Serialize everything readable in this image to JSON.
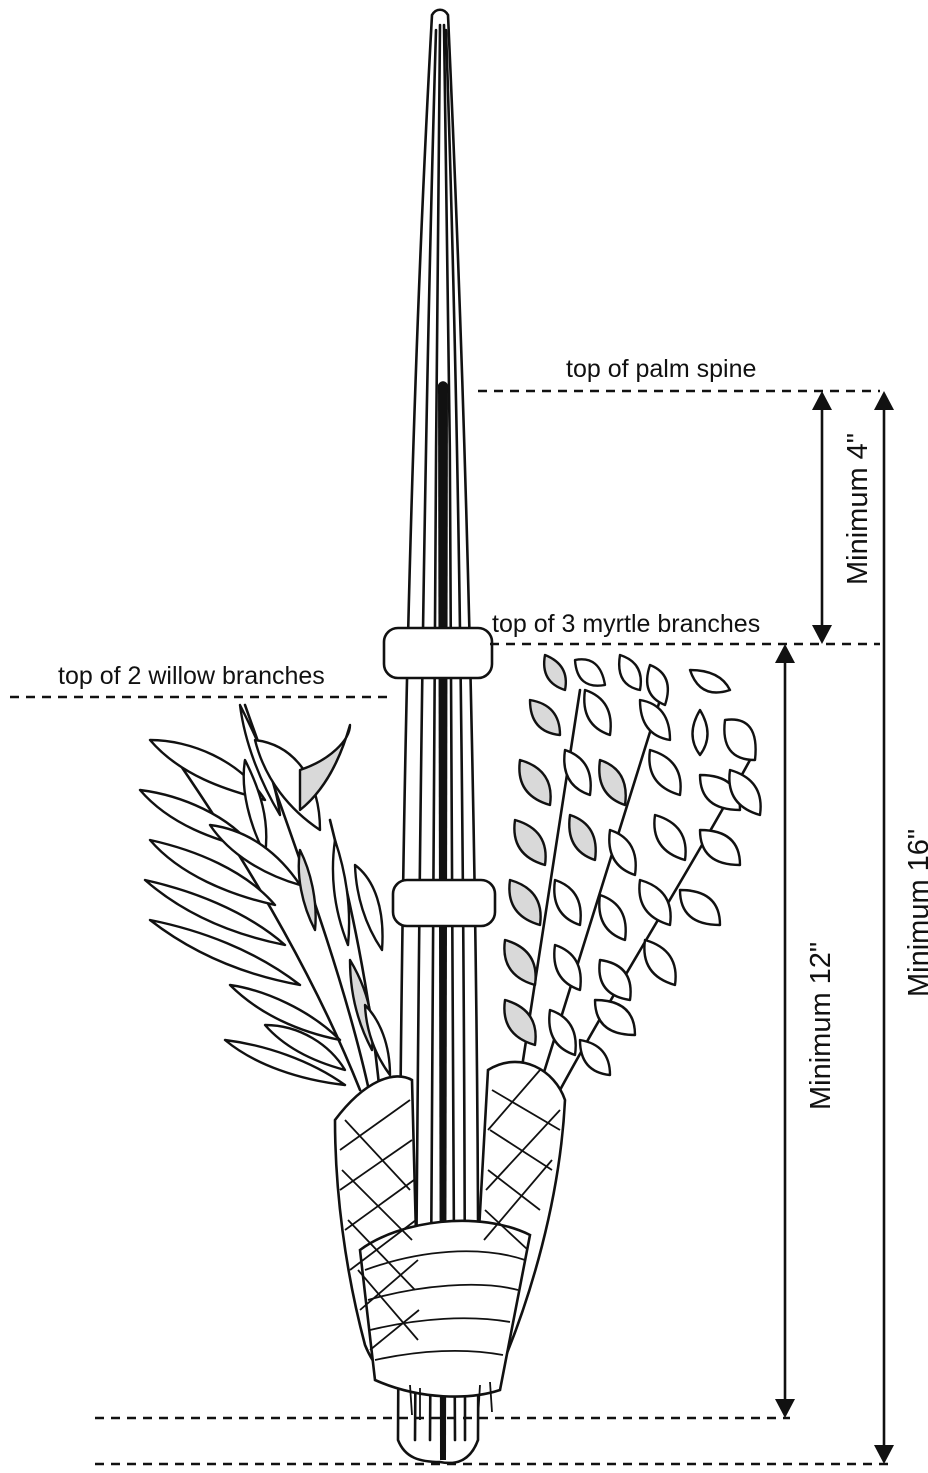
{
  "labels": {
    "palm_spine_top": "top of palm spine",
    "myrtle_top": "top of 3 myrtle branches",
    "willow_top": "top of  2 willow branches"
  },
  "dimensions": {
    "palm_above_myrtle": "Minimum 4\"",
    "myrtle_length": "Minimum 12\"",
    "palm_length": "Minimum 16\""
  }
}
